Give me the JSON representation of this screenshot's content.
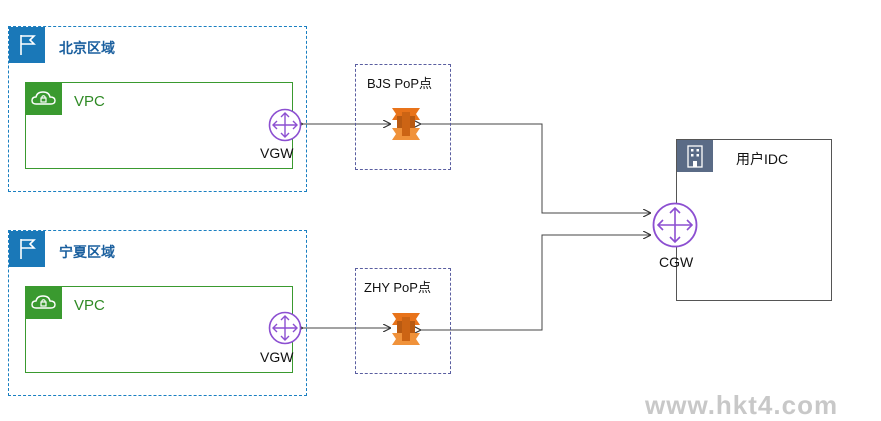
{
  "regions": [
    {
      "label": "北京区域",
      "vpc_label": "VPC",
      "gateway_label": "VGW"
    },
    {
      "label": "宁夏区域",
      "vpc_label": "VPC",
      "gateway_label": "VGW"
    }
  ],
  "pops": [
    {
      "label": "BJS PoP点"
    },
    {
      "label": "ZHY PoP点"
    }
  ],
  "idc": {
    "label": "用户IDC",
    "gateway_label": "CGW"
  },
  "watermark": "www.hkt4.com",
  "colors": {
    "region_border": "#1a7fc1",
    "region_flag": "#1a78b8",
    "vpc": "#3a9a2f",
    "router": "#8c4fd1",
    "pop_border": "#5a5ea0",
    "aws_orange": "#e8731a",
    "idc_icon": "#5a6b86"
  }
}
